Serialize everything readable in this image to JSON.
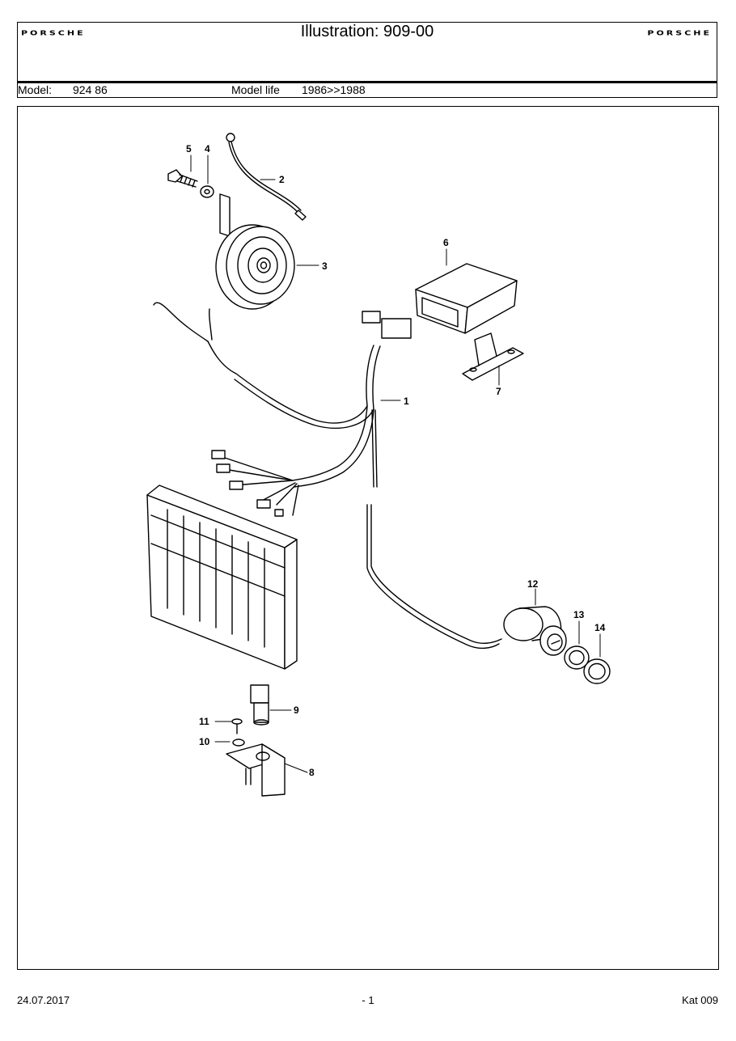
{
  "header": {
    "brand_left": "PORSCHE",
    "brand_right": "PORSCHE",
    "title": "Illustration: 909-00",
    "model_label": "Model:",
    "model_value": "924 86",
    "model_life_label": "Model life",
    "model_life_value": "1986>>1988"
  },
  "callouts": [
    "1",
    "2",
    "3",
    "4",
    "5",
    "6",
    "7",
    "8",
    "9",
    "10",
    "11",
    "12",
    "13",
    "14"
  ],
  "footer": {
    "date": "24.07.2017",
    "page": "- 1",
    "catalog": "Kat 009"
  }
}
